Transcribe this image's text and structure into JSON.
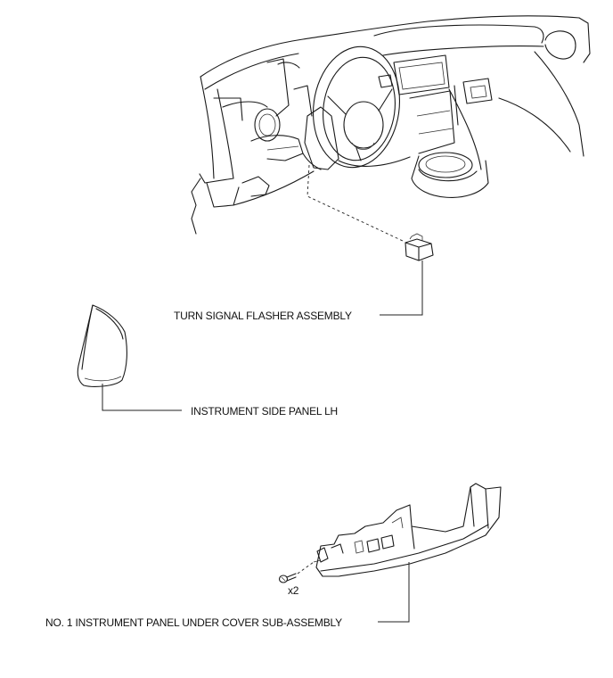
{
  "labels": {
    "flasher": "TURN SIGNAL FLASHER ASSEMBLY",
    "side_panel": "INSTRUMENT SIDE PANEL LH",
    "under_cover": "NO. 1 INSTRUMENT PANEL UNDER COVER SUB-ASSEMBLY",
    "screw_qty": "x2"
  }
}
